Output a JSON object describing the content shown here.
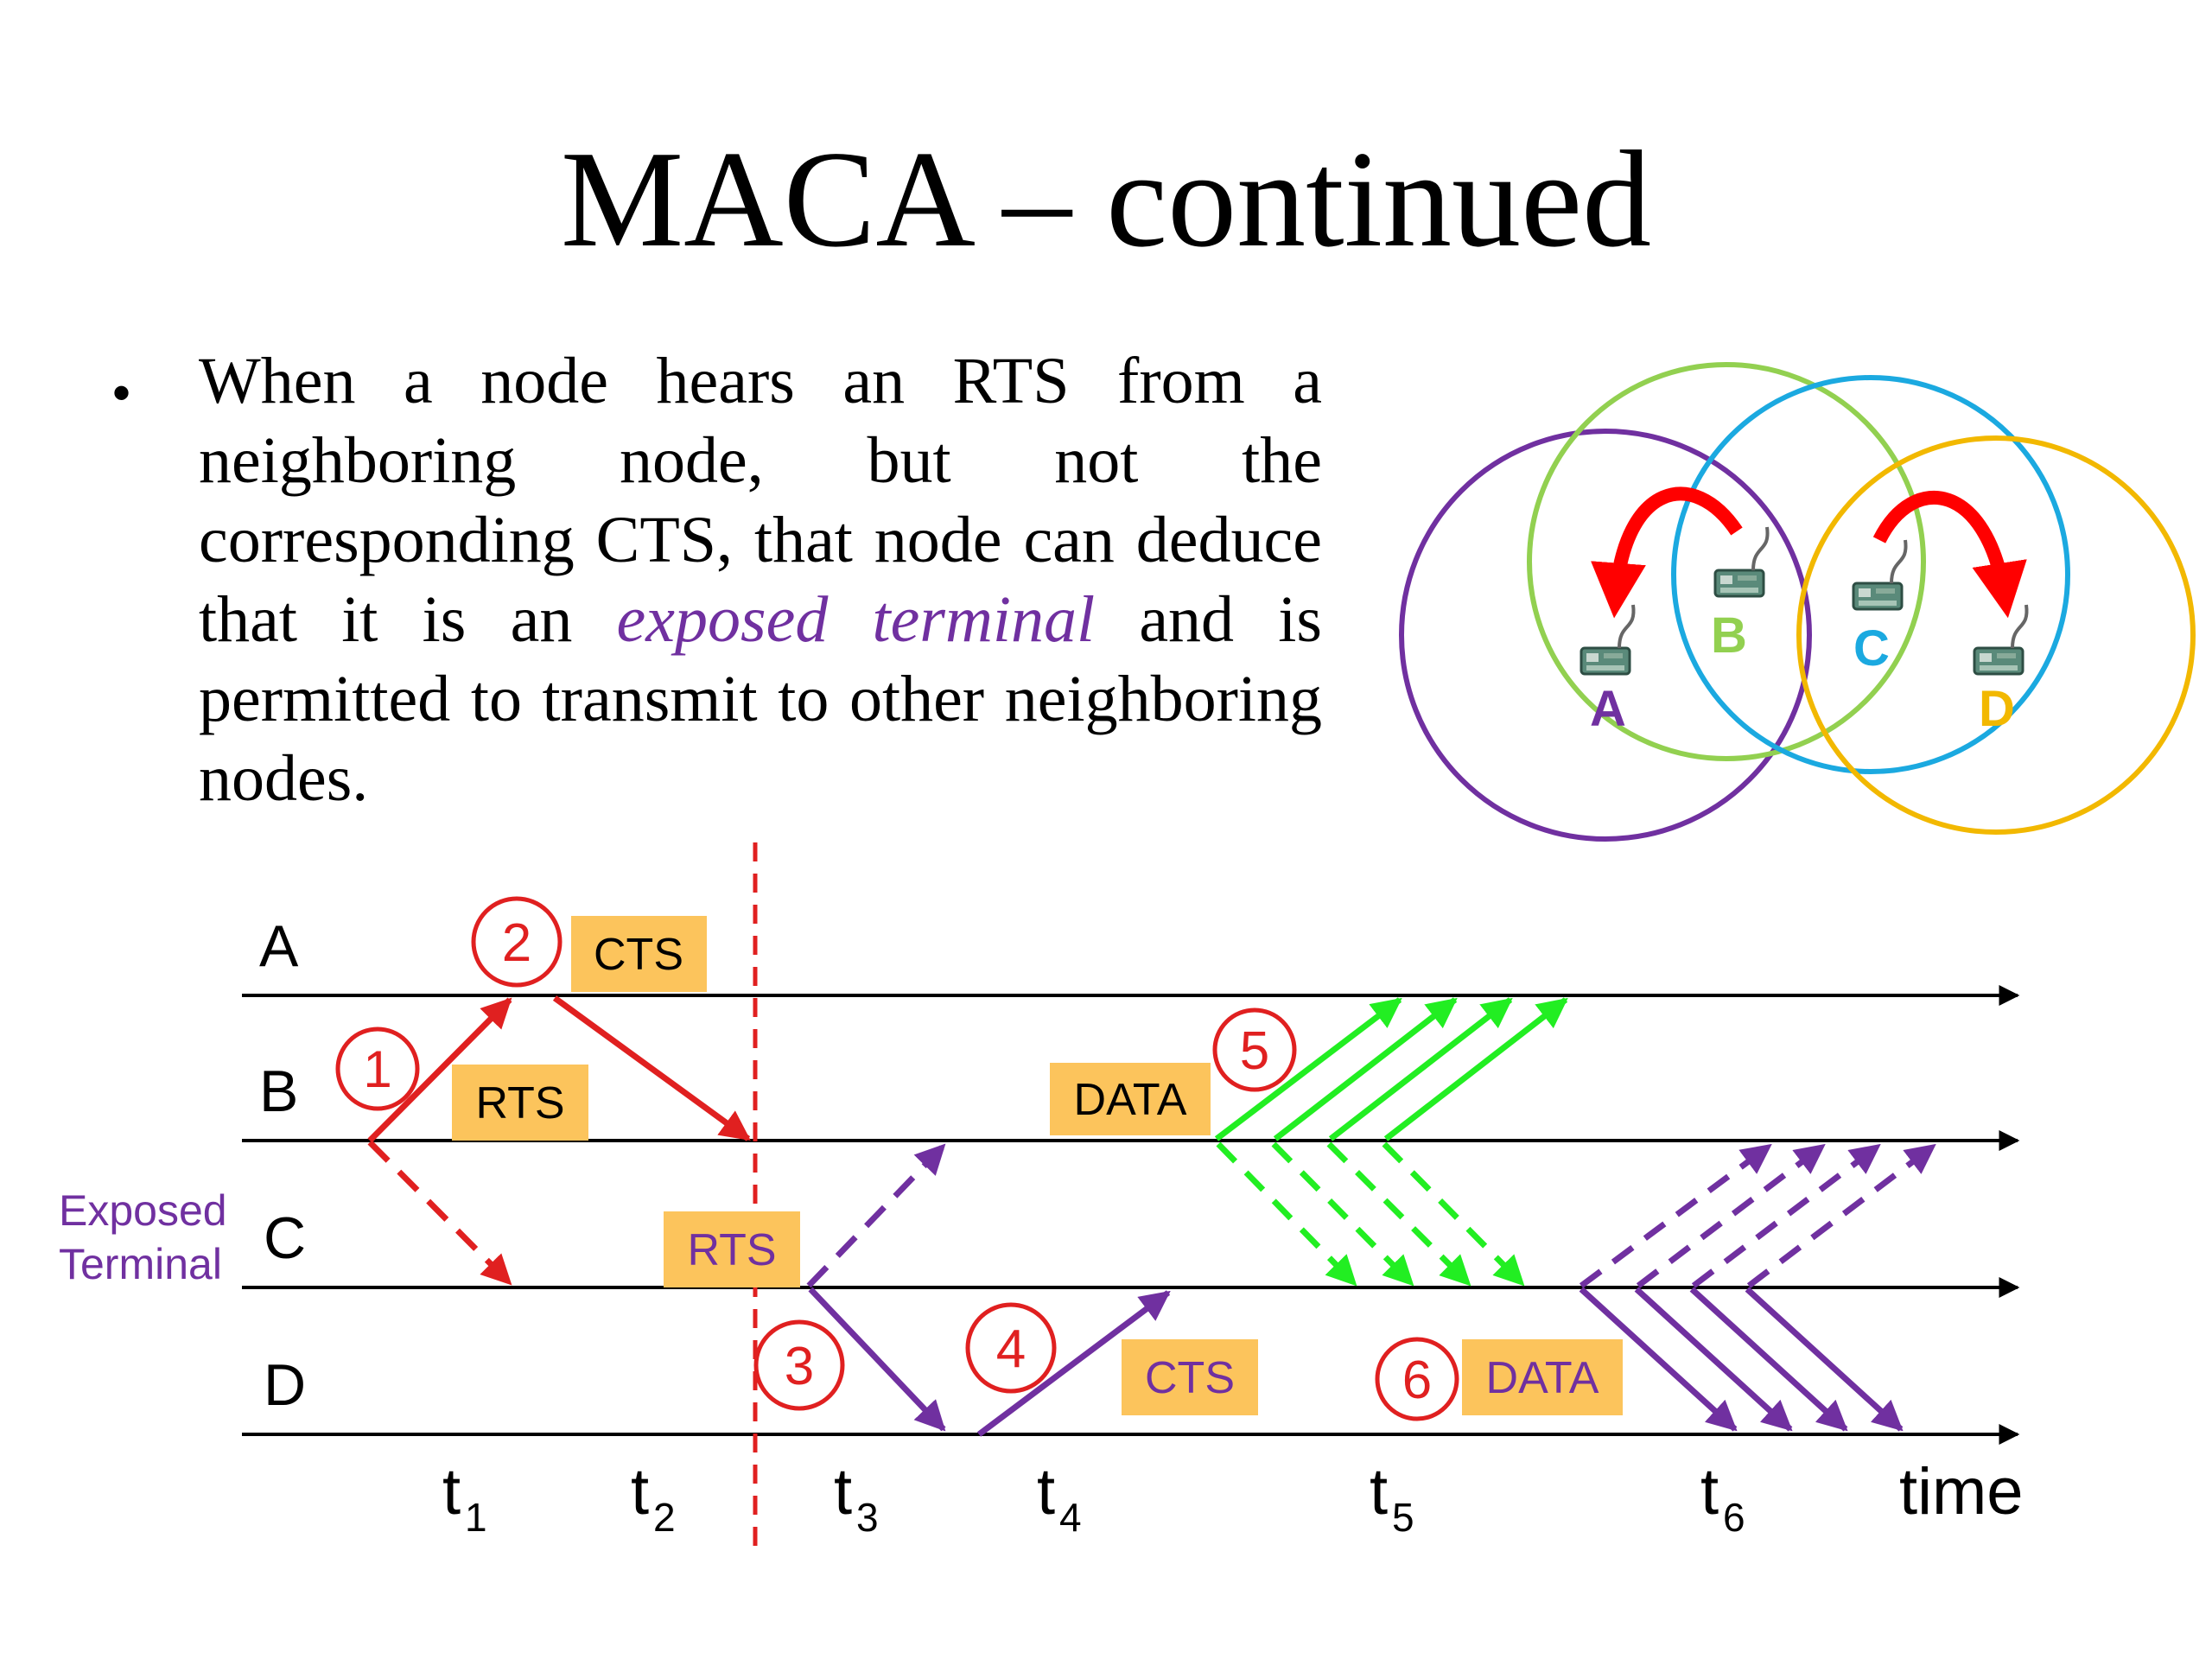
{
  "title": "MACA – continued",
  "bullet": {
    "part1": "When a node hears an RTS from a neighboring node, but not the corresponding CTS, that node can deduce that it is an ",
    "emphasis": "exposed terminal",
    "part2": " and is permitted to transmit to other neighboring nodes."
  },
  "topology": {
    "nodes": [
      {
        "label": "A",
        "color": "#7030a0"
      },
      {
        "label": "B",
        "color": "#92d050"
      },
      {
        "label": "C",
        "color": "#1ba9e0"
      },
      {
        "label": "D",
        "color": "#f2b800"
      }
    ]
  },
  "timeline": {
    "rows": [
      "A",
      "B",
      "C",
      "D"
    ],
    "exposed_label_line1": "Exposed",
    "exposed_label_line2": "Terminal",
    "time_ticks": [
      {
        "base": "t",
        "sub": "1"
      },
      {
        "base": "t",
        "sub": "2"
      },
      {
        "base": "t",
        "sub": "3"
      },
      {
        "base": "t",
        "sub": "4"
      },
      {
        "base": "t",
        "sub": "5"
      },
      {
        "base": "t",
        "sub": "6"
      }
    ],
    "time_label": "time",
    "steps": [
      "1",
      "2",
      "3",
      "4",
      "5",
      "6"
    ],
    "messages": {
      "cts_a": "CTS",
      "rts_b": "RTS",
      "data_b": "DATA",
      "rts_c": "RTS",
      "cts_d": "CTS",
      "data_d": "DATA"
    }
  }
}
